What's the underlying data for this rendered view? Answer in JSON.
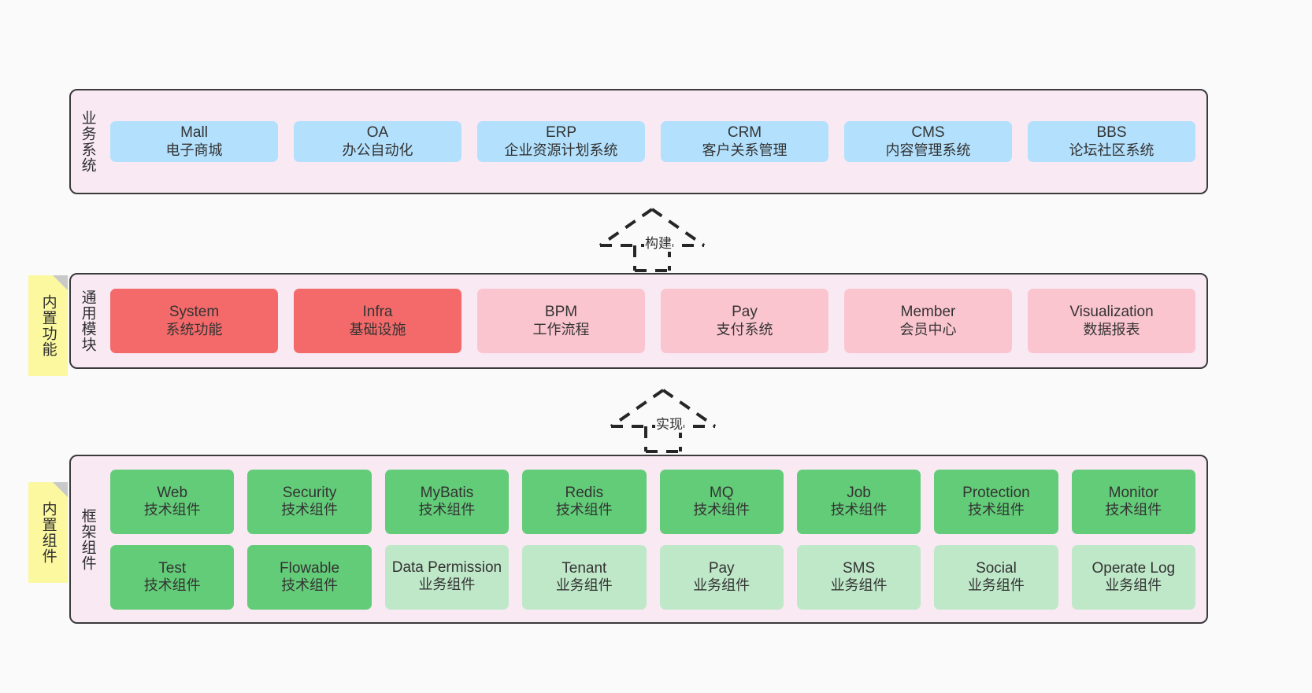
{
  "page": {
    "background": "#fafafa",
    "text_color": "#333333"
  },
  "layers": [
    {
      "id": "business-systems",
      "title": "业务系统",
      "card_color": "#b3e0fc",
      "rows": [
        [
          {
            "en": "Mall",
            "cn": "电子商城"
          },
          {
            "en": "OA",
            "cn": "办公自动化"
          },
          {
            "en": "ERP",
            "cn": "企业资源计划系统"
          },
          {
            "en": "CRM",
            "cn": "客户关系管理"
          },
          {
            "en": "CMS",
            "cn": "内容管理系统"
          },
          {
            "en": "BBS",
            "cn": "论坛社区系统"
          }
        ]
      ]
    },
    {
      "id": "common-modules",
      "title": "通用模块",
      "note": "内置功能",
      "note_color": "#fbf8a0",
      "rows": [
        [
          {
            "en": "System",
            "cn": "系统功能",
            "color": "#f46a6a"
          },
          {
            "en": "Infra",
            "cn": "基础设施",
            "color": "#f46a6a"
          },
          {
            "en": "BPM",
            "cn": "工作流程",
            "color": "#fbc5cf"
          },
          {
            "en": "Pay",
            "cn": "支付系统",
            "color": "#fbc5cf"
          },
          {
            "en": "Member",
            "cn": "会员中心",
            "color": "#fbc5cf"
          },
          {
            "en": "Visualization",
            "cn": "数据报表",
            "color": "#fbc5cf"
          }
        ]
      ]
    },
    {
      "id": "framework-components",
      "title": "框架组件",
      "note": "内置组件",
      "note_color": "#fbf8a0",
      "rows": [
        [
          {
            "en": "Web",
            "cn": "技术组件",
            "color": "#63cc78"
          },
          {
            "en": "Security",
            "cn": "技术组件",
            "color": "#63cc78"
          },
          {
            "en": "MyBatis",
            "cn": "技术组件",
            "color": "#63cc78"
          },
          {
            "en": "Redis",
            "cn": "技术组件",
            "color": "#63cc78"
          },
          {
            "en": "MQ",
            "cn": "技术组件",
            "color": "#63cc78"
          },
          {
            "en": "Job",
            "cn": "技术组件",
            "color": "#63cc78"
          },
          {
            "en": "Protection",
            "cn": "技术组件",
            "color": "#63cc78"
          },
          {
            "en": "Monitor",
            "cn": "技术组件",
            "color": "#63cc78"
          }
        ],
        [
          {
            "en": "Test",
            "cn": "技术组件",
            "color": "#63cc78"
          },
          {
            "en": "Flowable",
            "cn": "技术组件",
            "color": "#63cc78"
          },
          {
            "en": "Data Permission",
            "cn": "业务组件",
            "color": "#bfe8c9"
          },
          {
            "en": "Tenant",
            "cn": "业务组件",
            "color": "#bfe8c9"
          },
          {
            "en": "Pay",
            "cn": "业务组件",
            "color": "#bfe8c9"
          },
          {
            "en": "SMS",
            "cn": "业务组件",
            "color": "#bfe8c9"
          },
          {
            "en": "Social",
            "cn": "业务组件",
            "color": "#bfe8c9"
          },
          {
            "en": "Operate Log",
            "cn": "业务组件",
            "color": "#bfe8c9"
          }
        ]
      ]
    }
  ],
  "arrows": [
    {
      "id": "build-arrow",
      "label": "构建"
    },
    {
      "id": "implement-arrow",
      "label": "实现"
    }
  ]
}
